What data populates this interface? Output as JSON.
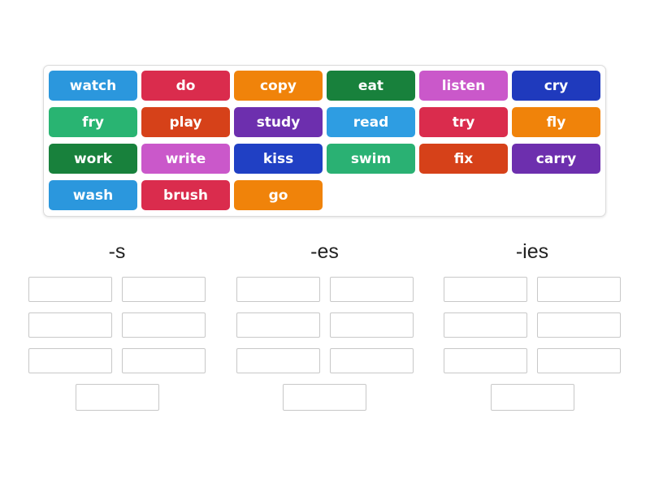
{
  "bank": {
    "tiles": [
      {
        "label": "watch",
        "color": "#2b97dd"
      },
      {
        "label": "do",
        "color": "#da2c4d"
      },
      {
        "label": "copy",
        "color": "#f0830a"
      },
      {
        "label": "eat",
        "color": "#18813c"
      },
      {
        "label": "listen",
        "color": "#ca58ca"
      },
      {
        "label": "cry",
        "color": "#1f3abd"
      },
      {
        "label": "fry",
        "color": "#29b472"
      },
      {
        "label": "play",
        "color": "#d64119"
      },
      {
        "label": "study",
        "color": "#6d2fae"
      },
      {
        "label": "read",
        "color": "#2e9de2"
      },
      {
        "label": "try",
        "color": "#da2c4d"
      },
      {
        "label": "fly",
        "color": "#f0830a"
      },
      {
        "label": "work",
        "color": "#18813c"
      },
      {
        "label": "write",
        "color": "#ca58ca"
      },
      {
        "label": "kiss",
        "color": "#2040c4"
      },
      {
        "label": "swim",
        "color": "#2ab173"
      },
      {
        "label": "fix",
        "color": "#d64119"
      },
      {
        "label": "carry",
        "color": "#6d2fae"
      },
      {
        "label": "wash",
        "color": "#2b97dd"
      },
      {
        "label": "brush",
        "color": "#da2c4d"
      },
      {
        "label": "go",
        "color": "#f0830a"
      }
    ]
  },
  "groups": [
    {
      "label": "-s",
      "slot_count": 7
    },
    {
      "label": "-es",
      "slot_count": 7
    },
    {
      "label": "-ies",
      "slot_count": 7
    }
  ]
}
